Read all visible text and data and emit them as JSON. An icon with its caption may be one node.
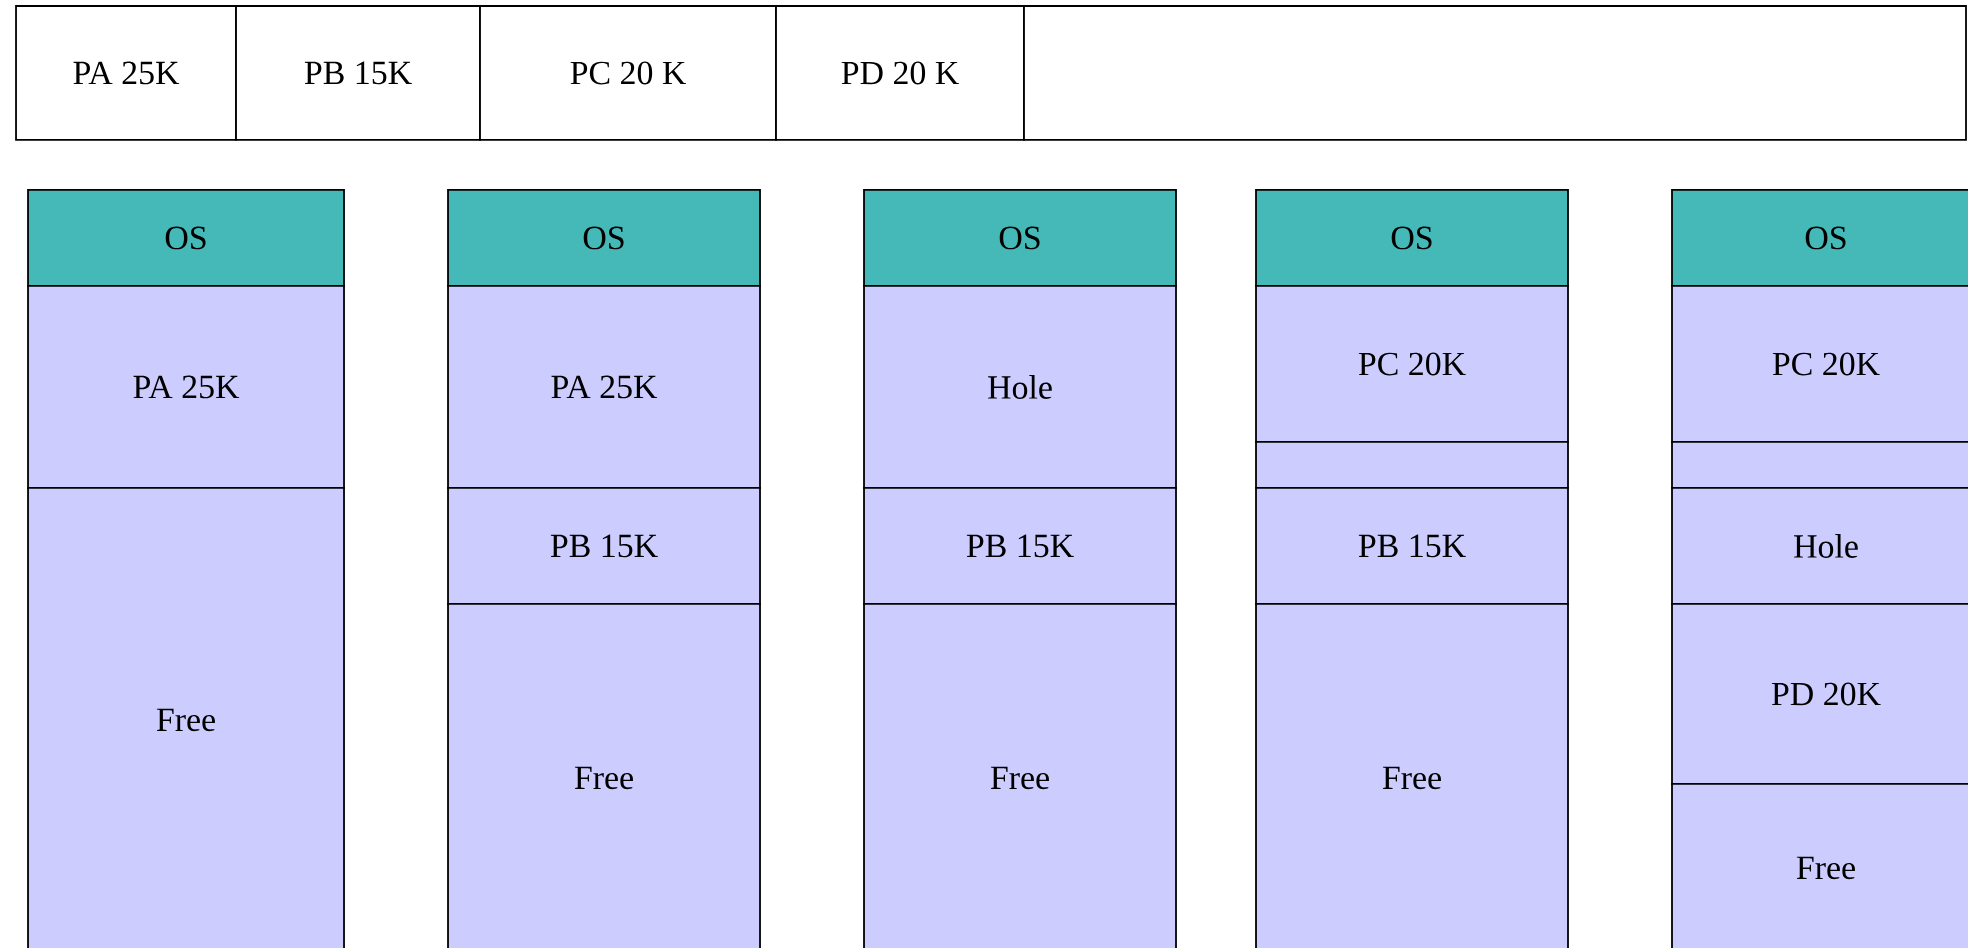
{
  "diagram": {
    "nodes": [
      {
        "text": [
          "PA 25K"
        ]
      },
      {
        "text": [
          "PB 15K"
        ]
      },
      {
        "text": [
          "PC 20 K"
        ]
      },
      {
        "text": [
          "PD 20 K"
        ]
      },
      {
        "text": [],
        "shape": "box"
      },
      {
        "text": [
          "OS"
        ]
      },
      {
        "text": [
          "PA 25K"
        ]
      },
      {
        "text": [
          "Free"
        ]
      },
      {
        "text": [
          "OS"
        ]
      },
      {
        "text": [
          "PA 25K"
        ]
      },
      {
        "text": [
          "PB 15K"
        ]
      },
      {
        "text": [
          "Free"
        ]
      },
      {
        "text": [
          "OS"
        ]
      },
      {
        "text": [
          "Hole"
        ]
      },
      {
        "text": [
          "PB 15K"
        ]
      },
      {
        "text": [
          "Free"
        ]
      },
      {
        "text": [
          "OS"
        ]
      },
      {
        "text": [
          "PC 20K"
        ]
      },
      {
        "text": [],
        "shape": "box"
      },
      {
        "text": [
          "PB 15K"
        ]
      },
      {
        "text": [
          "Free"
        ]
      },
      {
        "text": [
          "OS"
        ]
      },
      {
        "text": [
          "PC 20K"
        ]
      },
      {
        "text": [],
        "shape": "box"
      },
      {
        "text": [
          "Hole"
        ]
      },
      {
        "text": [
          "PD 20K"
        ]
      },
      {
        "text": [
          "Free"
        ]
      }
    ]
  }
}
